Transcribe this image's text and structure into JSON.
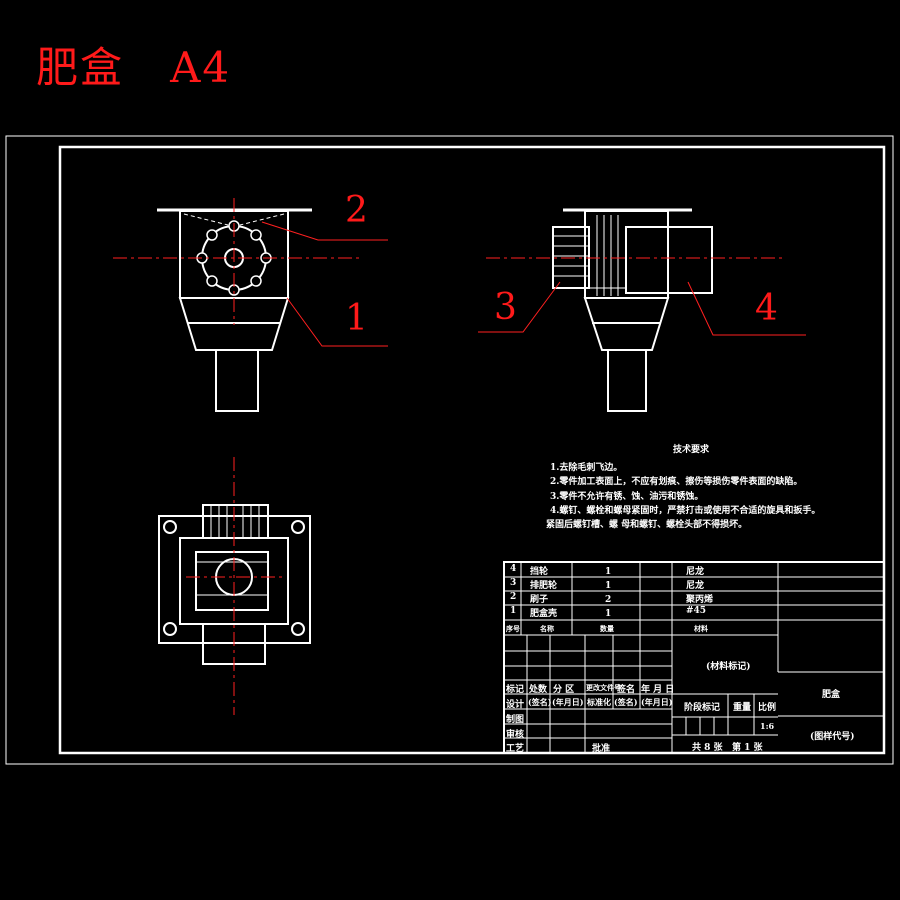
{
  "title": {
    "name": "肥盒",
    "size": "A4"
  },
  "callouts": [
    "1",
    "2",
    "3",
    "4"
  ],
  "tech_requirements": {
    "heading": "技术要求",
    "items": [
      "1.去除毛刺飞边。",
      "2.零件加工表面上，不应有划痕、擦伤等损伤零件表面的缺陷。",
      "3.零件不允许有锈、蚀、油污和锈蚀。",
      "4.螺钉、螺栓和螺母紧固时，严禁打击或使用不合适的旋具和扳手。",
      "紧固后螺钉槽、螺  母和螺钉、螺栓头部不得损坏。"
    ]
  },
  "parts_list": {
    "rows": [
      {
        "no": "4",
        "name": "挡轮",
        "qty": "1",
        "material": "尼龙"
      },
      {
        "no": "3",
        "name": "排肥轮",
        "qty": "1",
        "material": "尼龙"
      },
      {
        "no": "2",
        "name": "刷子",
        "qty": "2",
        "material": "聚丙烯"
      },
      {
        "no": "1",
        "name": "肥盒壳",
        "qty": "1",
        "material": "#45"
      }
    ],
    "header": {
      "no": "序号",
      "name": "名称",
      "qty": "数量",
      "material": "材料"
    }
  },
  "title_block": {
    "material_mark": "(材料标记)",
    "part_name": "肥盒",
    "drawing_code": "(图样代号)",
    "revision_row": [
      "标记",
      "处数",
      "分  区",
      "更改文件号",
      "签名",
      "年 月 日"
    ],
    "design_row": [
      "设计",
      "(签名)",
      "(年月日)",
      "标准化",
      "(签名)",
      "(年月日)"
    ],
    "draw_label": "制图",
    "check_label": "审核",
    "process_label": "工艺",
    "approve_label": "批准",
    "stage_mark": "阶段标记",
    "weight": "重量",
    "scale_label": "比例",
    "scale": "1:6",
    "sheets": "共 8 张",
    "sheet_no": "第 1 张"
  }
}
